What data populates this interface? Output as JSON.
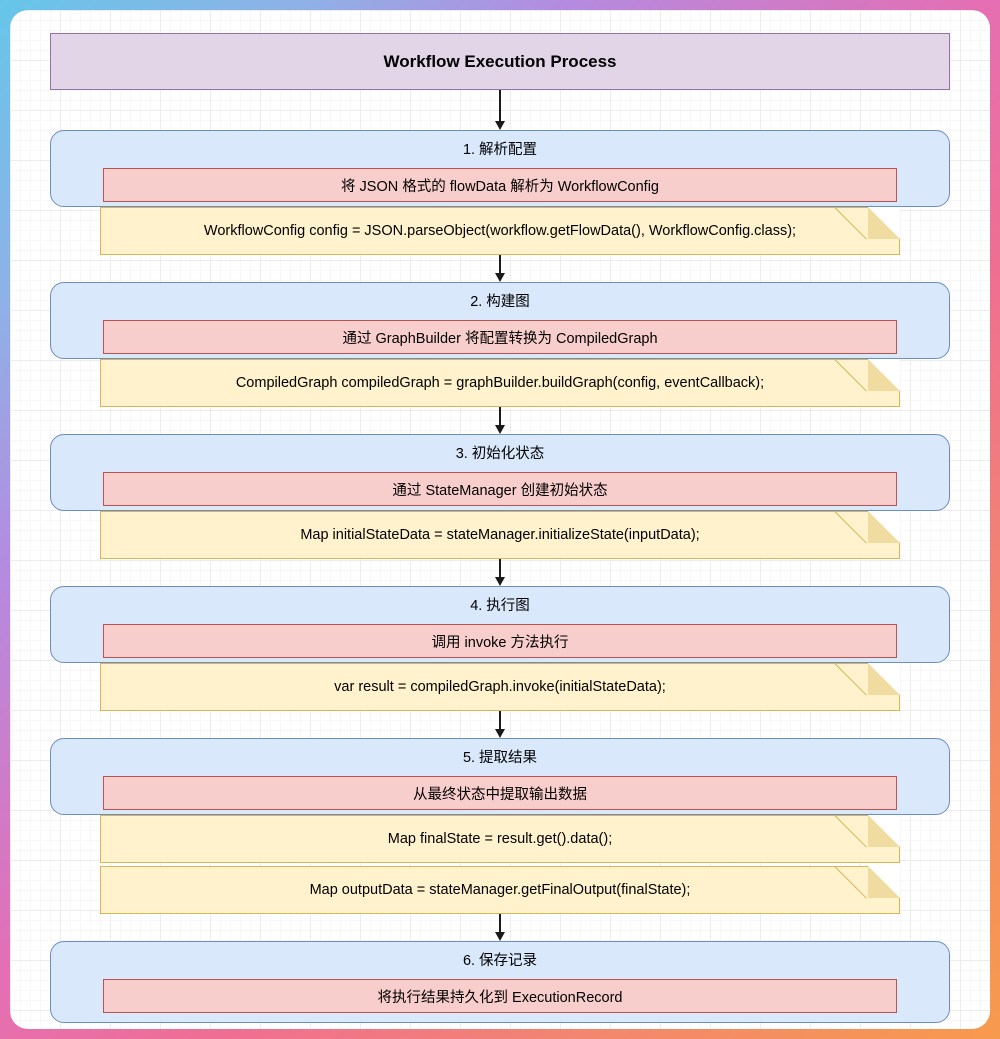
{
  "title": "Workflow Execution Process",
  "colors": {
    "title_fill": "#E1D5E7",
    "title_stroke": "#9673A6",
    "step_fill": "#DAE8FC",
    "step_stroke": "#6C8EBF",
    "desc_fill": "#F8CECC",
    "desc_stroke": "#B85450",
    "note_fill": "#FFF2CC",
    "note_stroke": "#D6B656"
  },
  "steps": [
    {
      "title": "1. 解析配置",
      "description": "将 JSON 格式的 flowData 解析为 WorkflowConfig",
      "notes": [
        "WorkflowConfig config = JSON.parseObject(workflow.getFlowData(), WorkflowConfig.class);"
      ]
    },
    {
      "title": "2. 构建图",
      "description": "通过 GraphBuilder 将配置转换为 CompiledGraph",
      "notes": [
        "CompiledGraph compiledGraph = graphBuilder.buildGraph(config, eventCallback);"
      ]
    },
    {
      "title": "3. 初始化状态",
      "description": "通过 StateManager 创建初始状态",
      "notes": [
        "Map initialStateData = stateManager.initializeState(inputData);"
      ]
    },
    {
      "title": "4. 执行图",
      "description": "调用 invoke 方法执行",
      "notes": [
        "var result = compiledGraph.invoke(initialStateData);"
      ]
    },
    {
      "title": "5. 提取结果",
      "description": "从最终状态中提取输出数据",
      "notes": [
        "Map finalState = result.get().data();",
        "Map outputData = stateManager.getFinalOutput(finalState);"
      ]
    },
    {
      "title": "6. 保存记录",
      "description": "将执行结果持久化到 ExecutionRecord",
      "notes": []
    }
  ]
}
